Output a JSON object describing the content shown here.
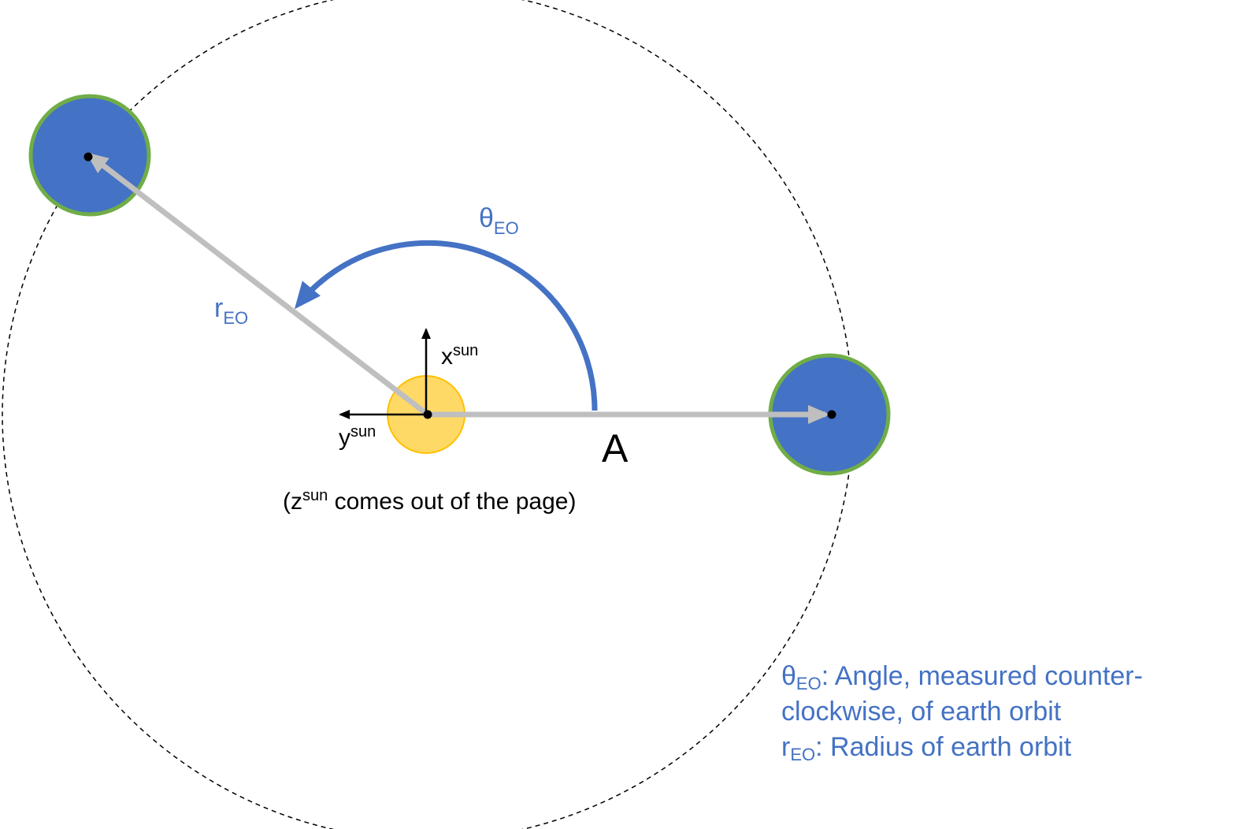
{
  "colors": {
    "earth_fill": "#4472C4",
    "earth_border": "#70AD47",
    "sun_fill": "#FFD966",
    "sun_border": "#FFC000",
    "radius_arrow": "#BFBFBF",
    "angle_arrow": "#4472C4",
    "orbit_line": "#000000",
    "label_blue": "#4472C4"
  },
  "icons": {
    "sun": "sun-circle",
    "earth": "earth-circle"
  },
  "labels": {
    "theta_base": "θ",
    "theta_sub": "EO",
    "r_base": "r",
    "r_sub": "EO",
    "x_base": "x",
    "x_sup": "sun",
    "y_base": "y",
    "y_sup": "sun",
    "point_a": "A",
    "note_open": "(z",
    "note_sup": "sun",
    "note_rest": " comes out of the page)"
  },
  "legend": {
    "theta_base": "θ",
    "theta_sub": "EO",
    "theta_text_1": ": Angle, measured counter-",
    "theta_text_2": "clockwise, of earth orbit",
    "r_base": "r",
    "r_sub": "EO",
    "r_text": ": Radius of earth orbit"
  }
}
